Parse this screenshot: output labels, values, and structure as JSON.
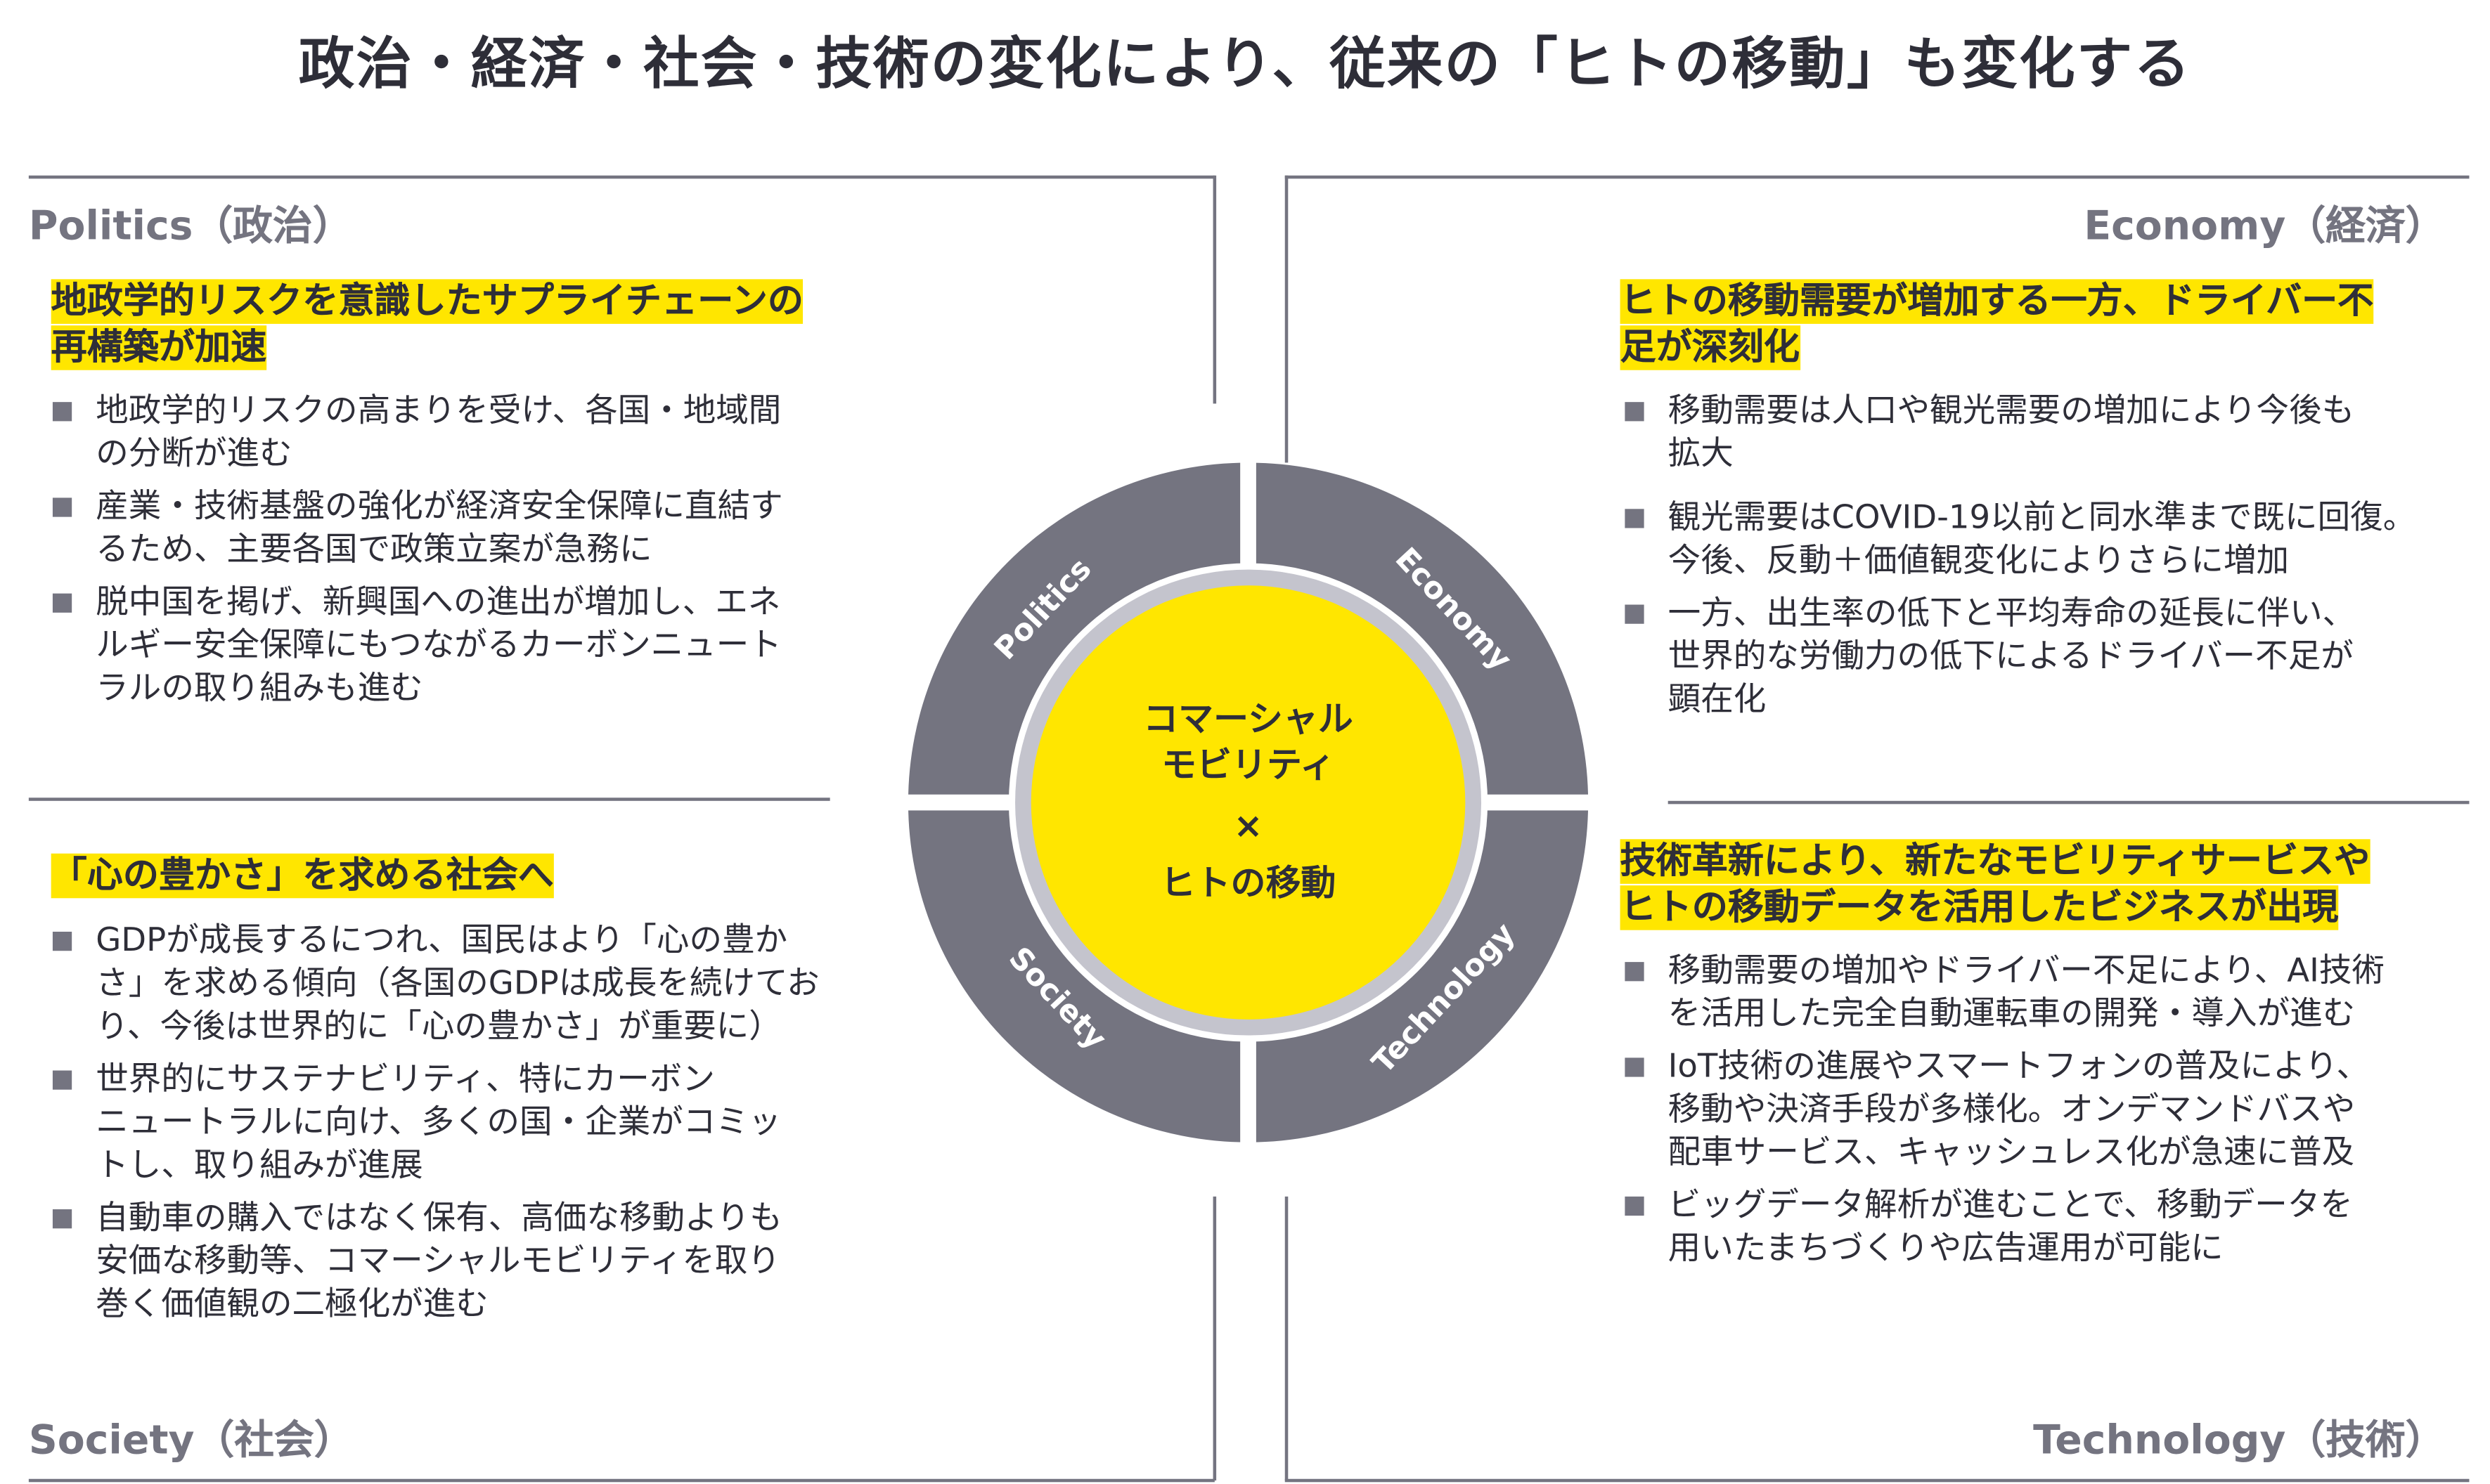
{
  "title": "政治・経済・社会・技術の変化により、従来の「ヒトの移動」も変化する",
  "colors": {
    "accent": "#ffe600",
    "gray": "#747480",
    "light_gray": "#c4c4cd",
    "text": "#2e2e38"
  },
  "center": {
    "line1": "コマーシャル",
    "line2": "モビリティ",
    "times": "×",
    "line3": "ヒトの移動"
  },
  "ring_labels": {
    "politics": "Politics",
    "economy": "Economy",
    "society": "Society",
    "technology": "Technology"
  },
  "politics": {
    "label": "Politics（政治）",
    "headline": "地政学的リスクを意識したサプライチェーンの\n再構築が加速",
    "bullets": [
      "地政学的リスクの高まりを受け、各国・地域間\nの分断が進む",
      "産業・技術基盤の強化が経済安全保障に直結す\nるため、主要各国で政策立案が急務に",
      "脱中国を掲げ、新興国への進出が増加し、エネ\nルギー安全保障にもつながるカーボンニュート\nラルの取り組みも進む"
    ]
  },
  "economy": {
    "label": "Economy（経済）",
    "headline": "ヒトの移動需要が増加する一方、ドライバー不\n足が深刻化",
    "bullets": [
      "移動需要は人口や観光需要の増加により今後も\n拡大",
      "観光需要はCOVID-19以前と同水準まで既に回復。\n今後、反動＋価値観変化によりさらに増加",
      "一方、出生率の低下と平均寿命の延長に伴い、\n世界的な労働力の低下によるドライバー不足が\n顕在化"
    ]
  },
  "society": {
    "label": "Society（社会）",
    "headline": "「心の豊かさ」を求める社会へ",
    "bullets": [
      "GDPが成長するにつれ、国民はより「心の豊か\nさ」を求める傾向（各国のGDPは成長を続けてお\nり、今後は世界的に「心の豊かさ」が重要に）",
      "世界的にサステナビリティ、特にカーボン\nニュートラルに向け、多くの国・企業がコミッ\nトし、取り組みが進展",
      "自動車の購入ではなく保有、高価な移動よりも\n安価な移動等、コマーシャルモビリティを取り\n巻く価値観の二極化が進む"
    ]
  },
  "technology": {
    "label": "Technology（技術）",
    "headline": "技術革新により、新たなモビリティサービスや\nヒトの移動データを活用したビジネスが出現",
    "bullets": [
      "移動需要の増加やドライバー不足により、AI技術\nを活用した完全自動運転車の開発・導入が進む",
      "IoT技術の進展やスマートフォンの普及により、\n移動や決済手段が多様化。オンデマンドバスや\n配車サービス、キャッシュレス化が急速に普及",
      "ビッグデータ解析が進むことで、移動データを\n用いたまちづくりや広告運用が可能に"
    ]
  }
}
